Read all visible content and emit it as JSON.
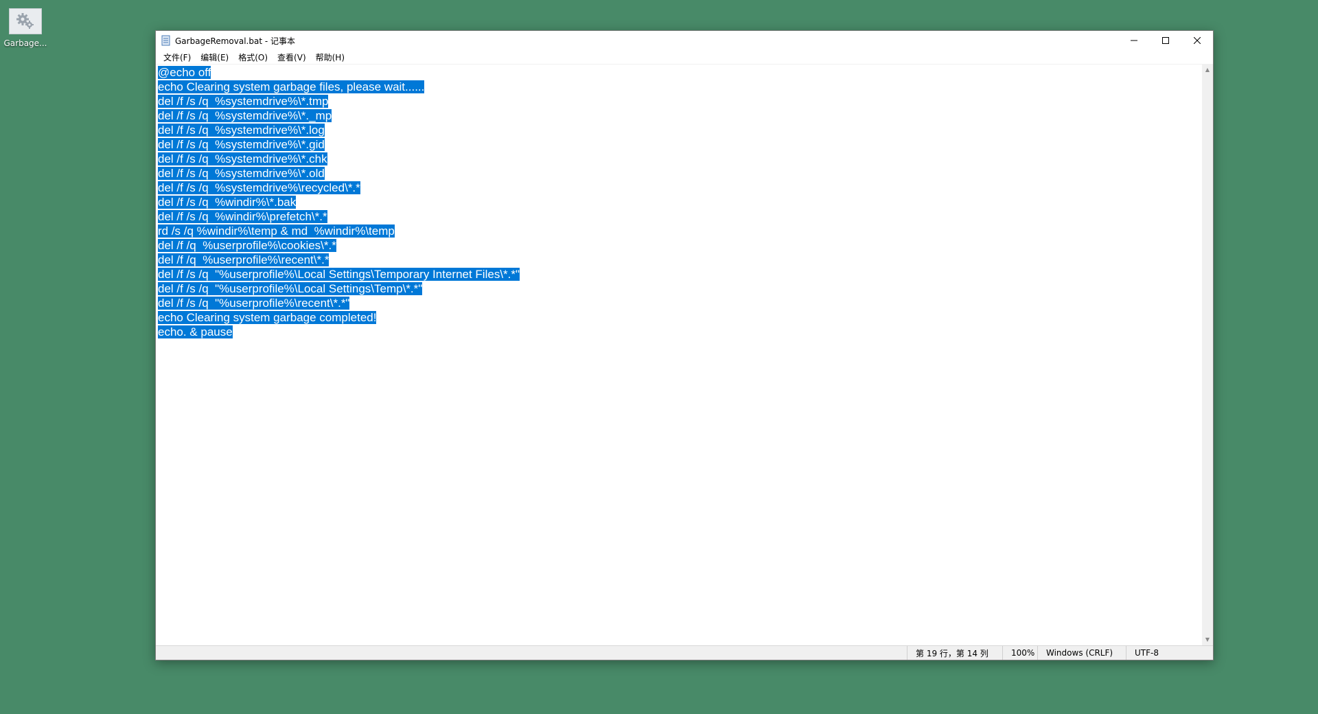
{
  "desktop": {
    "icon_label": "Garbage..."
  },
  "window": {
    "title": "GarbageRemoval.bat - 记事本"
  },
  "menu": [
    {
      "label": "文件(F)"
    },
    {
      "label": "编辑(E)"
    },
    {
      "label": "格式(O)"
    },
    {
      "label": "查看(V)"
    },
    {
      "label": "帮助(H)"
    }
  ],
  "editor": {
    "lines": [
      "@echo off",
      "echo Clearing system garbage files, please wait......",
      "del /f /s /q  %systemdrive%\\*.tmp",
      "del /f /s /q  %systemdrive%\\*._mp",
      "del /f /s /q  %systemdrive%\\*.log",
      "del /f /s /q  %systemdrive%\\*.gid",
      "del /f /s /q  %systemdrive%\\*.chk",
      "del /f /s /q  %systemdrive%\\*.old",
      "del /f /s /q  %systemdrive%\\recycled\\*.*",
      "del /f /s /q  %windir%\\*.bak",
      "del /f /s /q  %windir%\\prefetch\\*.*",
      "rd /s /q %windir%\\temp & md  %windir%\\temp",
      "del /f /q  %userprofile%\\cookies\\*.*",
      "del /f /q  %userprofile%\\recent\\*.*",
      "del /f /s /q  \"%userprofile%\\Local Settings\\Temporary Internet Files\\*.*\"",
      "del /f /s /q  \"%userprofile%\\Local Settings\\Temp\\*.*\"",
      "del /f /s /q  \"%userprofile%\\recent\\*.*\"",
      "echo Clearing system garbage completed!",
      "echo. & pause"
    ]
  },
  "status": {
    "position": "第 19 行，第 14 列",
    "zoom": "100%",
    "line_ending": "Windows (CRLF)",
    "encoding": "UTF-8"
  },
  "colors": {
    "desktop": "#488a68",
    "selection": "#0078d7"
  }
}
